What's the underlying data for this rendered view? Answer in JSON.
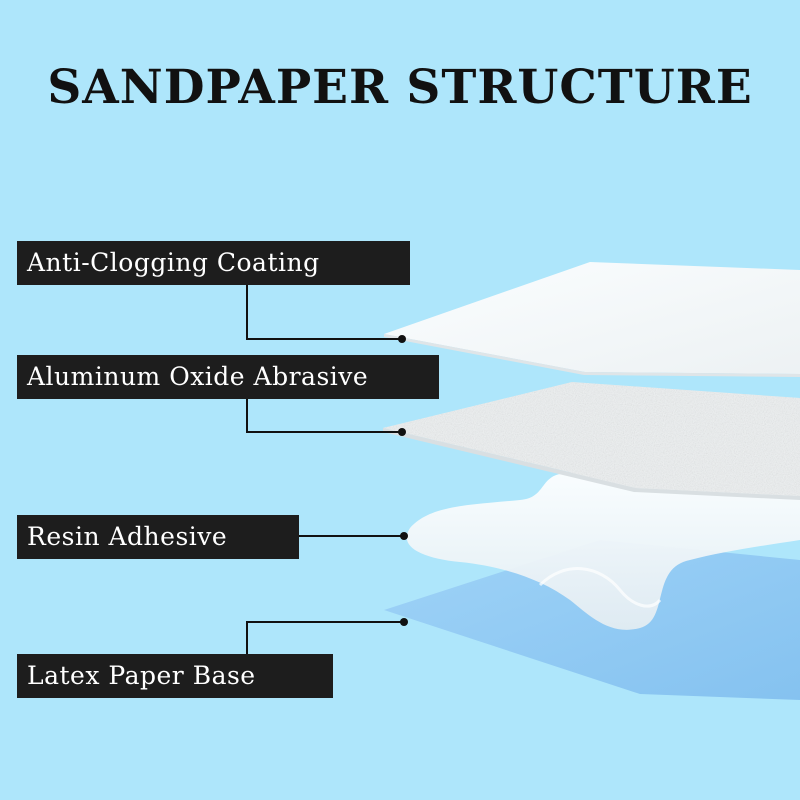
{
  "title": "SANDPAPER STRUCTURE",
  "layers": [
    {
      "label": "Anti-Clogging Coating"
    },
    {
      "label": "Aluminum Oxide Abrasive"
    },
    {
      "label": "Resin Adhesive"
    },
    {
      "label": "Latex Paper Base"
    }
  ],
  "colors": {
    "background": "#aee6fb",
    "label_bg": "#1d1d1d",
    "label_text": "#ffffff",
    "coating": "#ffffff",
    "abrasive": "#f1f3f4",
    "adhesive": "#f6f8f9",
    "paper_base": "#8ec9f4"
  }
}
